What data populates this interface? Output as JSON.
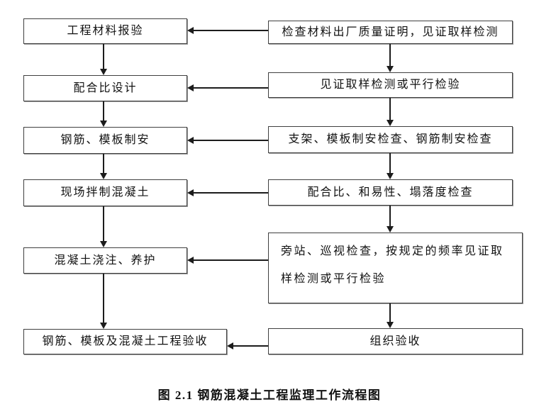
{
  "figure": {
    "caption": "图 2.1  钢筋混凝土工程监理工作流程图"
  },
  "nodes": {
    "l1": {
      "label": "工程材料报验"
    },
    "l2": {
      "label": "配合比设计"
    },
    "l3": {
      "label": "钢筋、模板制安"
    },
    "l4": {
      "label": "现场拌制混凝土"
    },
    "l5": {
      "label": "混凝土浇注、养护"
    },
    "l6": {
      "label": "钢筋、模板及混凝土工程验收"
    },
    "r1": {
      "label": "检查材料出厂质量证明，见证取样检测"
    },
    "r2": {
      "label": "见证取样检测或平行检验"
    },
    "r3": {
      "label": "支架、模板制安检查、钢筋制安检查"
    },
    "r4": {
      "label": "配合比、和易性、塌落度检查"
    },
    "r5": {
      "label": "旁站、巡视检查，按规定的频率见证取\n样检测或平行检验"
    },
    "r6": {
      "label": "组织验收"
    }
  },
  "edges": [
    {
      "from": "l1",
      "to": "l2",
      "type": "down-arrow"
    },
    {
      "from": "l2",
      "to": "l3",
      "type": "down-arrow"
    },
    {
      "from": "l3",
      "to": "l4",
      "type": "down-arrow"
    },
    {
      "from": "l4",
      "to": "l5",
      "type": "down-arrow"
    },
    {
      "from": "l5",
      "to": "l6",
      "type": "down-arrow"
    },
    {
      "from": "r1",
      "to": "r2",
      "type": "down-arrow"
    },
    {
      "from": "r2",
      "to": "r3",
      "type": "down-arrow"
    },
    {
      "from": "r3",
      "to": "r4",
      "type": "down-arrow"
    },
    {
      "from": "r4",
      "to": "r5",
      "type": "down-arrow"
    },
    {
      "from": "r5",
      "to": "r6",
      "type": "down-arrow"
    },
    {
      "from": "r1",
      "to": "l1",
      "type": "left-arrow"
    },
    {
      "from": "r2",
      "to": "l2",
      "type": "left-arrow"
    },
    {
      "from": "r3",
      "to": "l3",
      "type": "left-arrow"
    },
    {
      "from": "r4",
      "to": "l4",
      "type": "left-arrow"
    },
    {
      "from": "r5",
      "to": "l5",
      "type": "left-arrow"
    },
    {
      "from": "r6",
      "to": "l6",
      "type": "left-arrow"
    }
  ],
  "colors": {
    "background": "#ffffff",
    "line": "#1c1c1c",
    "box_border": "#404040",
    "text": "#111111"
  }
}
